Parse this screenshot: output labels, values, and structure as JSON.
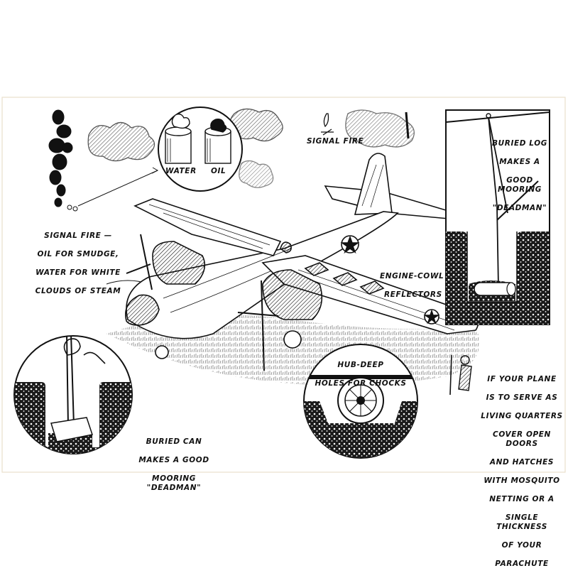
{
  "labels": {
    "water": "WATER",
    "oil": "OIL",
    "signal_fire_top": "SIGNAL FIRE",
    "signal_fire_smudge": [
      "SIGNAL FIRE —",
      "OIL FOR SMUDGE,",
      "WATER FOR WHITE",
      "CLOUDS OF STEAM"
    ],
    "buried_log": [
      "BURIED LOG",
      "MAKES A",
      "GOOD MOORING",
      "\"DEADMAN\""
    ],
    "engine_cowl": [
      "ENGINE-COWL",
      "REFLECTORS"
    ],
    "hub_deep": [
      "HUB-DEEP",
      "HOLES FOR CHOCKS"
    ],
    "living_quarters": [
      "IF YOUR PLANE",
      "IS TO SERVE AS",
      "LIVING QUARTERS",
      "COVER OPEN DOORS",
      "AND HATCHES",
      "WITH MOSQUITO",
      "NETTING OR A",
      "SINGLE THICKNESS",
      "OF YOUR",
      "PARACHUTE"
    ],
    "buried_can": [
      "BURIED CAN",
      "MAKES A GOOD",
      "MOORING \"DEADMAN\""
    ]
  },
  "colors": {
    "ink": "#111111",
    "paper": "#ffffff",
    "frame": "#e8dcc8"
  }
}
